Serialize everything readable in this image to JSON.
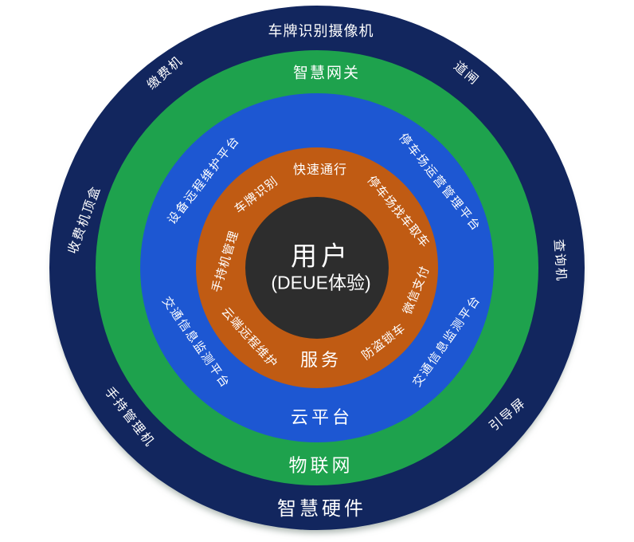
{
  "colors": {
    "smart_hardware_ring": "#12265E",
    "iot_ring": "#1EA24D",
    "cloud_ring": "#1D57D2",
    "service_ring": "#C05B13",
    "user_circle": "#2D2D2D",
    "label_text": "#FFFFFF"
  },
  "center": {
    "title": "用户",
    "subtitle": "(DEUE体验)"
  },
  "rings": {
    "service": {
      "title": "服务",
      "labels": {
        "top": "快速通行",
        "top_left": "车牌识别",
        "top_right": "停车场找车取车",
        "left": "手持机管理",
        "right": "微信支付",
        "bottom_left": "云端远程维护",
        "bottom_right": "防盗锁车"
      }
    },
    "cloud": {
      "title": "云平台",
      "labels": {
        "top_left": "设备远程维护平台",
        "top_right": "停车场运营管理平台",
        "bottom_left": "交通信息监测平台",
        "bottom_right": "交通信息监测平台"
      }
    },
    "iot": {
      "title": "物联网",
      "labels": {
        "top": "智慧网关"
      }
    },
    "hardware": {
      "title": "智慧硬件",
      "labels": {
        "top": "车牌识别摄像机",
        "top_left": "缴费机",
        "top_right": "道闸",
        "left": "收费机顶盒",
        "right": "查询机",
        "bottom_left": "手持管理机",
        "bottom_right": "引导屏"
      }
    }
  }
}
